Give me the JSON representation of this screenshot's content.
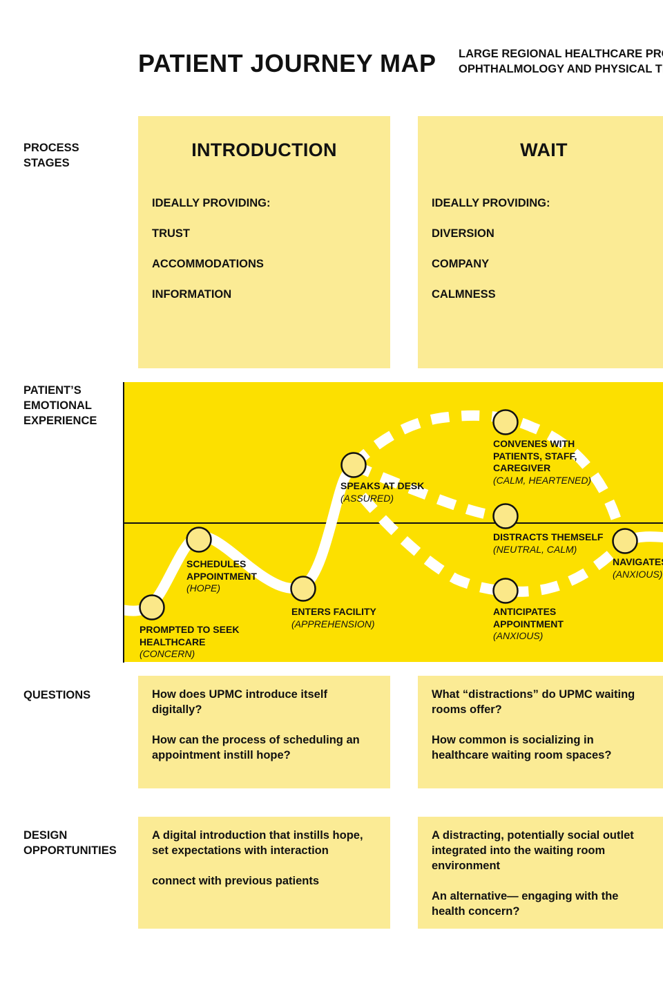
{
  "header": {
    "title": "PATIENT JOURNEY MAP",
    "subtitle_lines": [
      "LARGE REGIONAL HEALTHCARE PROVIDER",
      "OPHTHALMOLOGY AND PHYSICAL THERAPY"
    ]
  },
  "rows": {
    "process_stages": [
      "PROCESS",
      "STAGES"
    ],
    "emotional_experience": [
      "PATIENT’S",
      "EMOTIONAL",
      "EXPERIENCE"
    ],
    "questions": [
      "QUESTIONS"
    ],
    "design_opportunities": [
      "DESIGN",
      "OPPORTUNITIES"
    ]
  },
  "stages": [
    {
      "title": "INTRODUCTION",
      "providing": [
        "IDEALLY PROVIDING:",
        "TRUST",
        "ACCOMMODATIONS",
        "INFORMATION"
      ],
      "questions": [
        "How does UPMC introduce itself digitally?",
        "How can the process of scheduling an appointment instill hope?"
      ],
      "opportunities": [
        "A digital introduction that instills hope, set expectations with interaction",
        "connect with previous patients"
      ]
    },
    {
      "title": "WAIT",
      "providing": [
        "IDEALLY PROVIDING:",
        "DIVERSION",
        "COMPANY",
        "CALMNESS"
      ],
      "questions": [
        "What “distractions” do UPMC waiting rooms offer?",
        "How common is socializing in healthcare waiting room spaces?"
      ],
      "opportunities": [
        "A distracting, potentially social outlet integrated into the waiting room environment",
        "An alternative— engaging with the health concern?"
      ]
    }
  ],
  "journey": {
    "nodes": [
      {
        "label": "PROMPTED TO SEEK HEALTHCARE",
        "label_lines": [
          "PROMPTED TO SEEK",
          "HEALTHCARE"
        ],
        "emotion": "(CONCERN)"
      },
      {
        "label": "SCHEDULES APPOINTMENT",
        "label_lines": [
          "SCHEDULES",
          "APPOINTMENT"
        ],
        "emotion": "(HOPE)"
      },
      {
        "label": "ENTERS FACILITY",
        "label_lines": [
          "ENTERS FACILITY"
        ],
        "emotion": "(APPREHENSION)"
      },
      {
        "label": "SPEAKS AT DESK",
        "label_lines": [
          "SPEAKS AT DESK"
        ],
        "emotion": "(ASSURED)"
      },
      {
        "label": "CONVENES WITH PATIENTS, STAFF, CAREGIVER",
        "label_lines": [
          "CONVENES WITH",
          "PATIENTS, STAFF,",
          "CAREGIVER"
        ],
        "emotion": "(CALM, HEARTENED)"
      },
      {
        "label": "DISTRACTS THEMSELF",
        "label_lines": [
          "DISTRACTS THEMSELF"
        ],
        "emotion": "(NEUTRAL, CALM)"
      },
      {
        "label": "ANTICIPATES APPOINTMENT",
        "label_lines": [
          "ANTICIPATES",
          "APPOINTMENT"
        ],
        "emotion": "(ANXIOUS)"
      },
      {
        "label": "NAVIGATES",
        "label_lines": [
          "NAVIGATES"
        ],
        "emotion": "(ANXIOUS)"
      }
    ]
  },
  "colors": {
    "panel": "#fbeb95",
    "chart": "#fce000",
    "node_fill": "#fbe889",
    "ink": "#111111",
    "path": "#ffffff"
  }
}
